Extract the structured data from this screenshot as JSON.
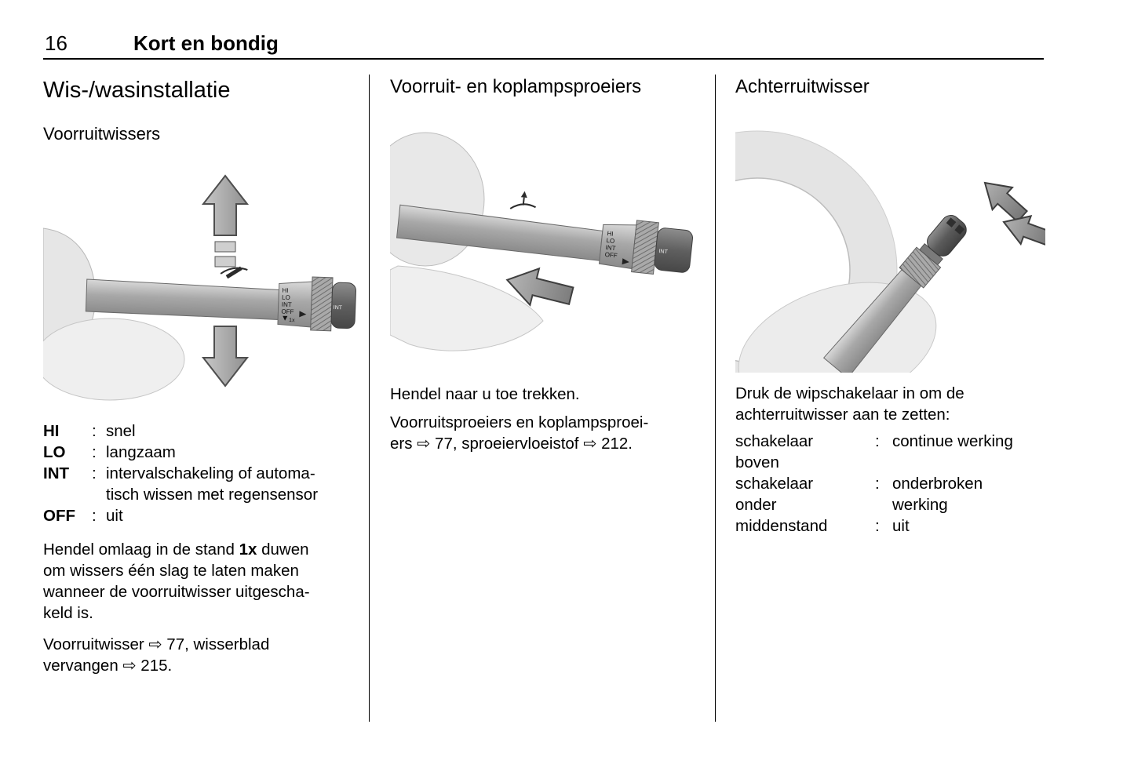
{
  "header": {
    "page_number": "16",
    "chapter": "Kort en bondig"
  },
  "left_column": {
    "title": "Wis-/wasinstallatie",
    "subtitle": "Voorruitwissers",
    "figure": {
      "labels": {
        "hi": "HI",
        "lo": "LO",
        "int": "INT",
        "off": "OFF",
        "once": "1x"
      }
    },
    "definitions": [
      {
        "term": "HI",
        "colon": ":",
        "desc": "snel"
      },
      {
        "term": "LO",
        "colon": ":",
        "desc": "langzaam"
      },
      {
        "term": "INT",
        "colon": ":",
        "desc": "intervalschakeling of automa-\ntisch wissen met regensensor"
      },
      {
        "term": "OFF",
        "colon": ":",
        "desc": "uit"
      }
    ],
    "paragraph_push": {
      "pre": "Hendel omlaag in de stand ",
      "bold": "1x",
      "post": " duwen\nom wissers één slag te laten maken\nwanneer de voorruitwisser uitgescha-\nkeld is."
    },
    "paragraph_refs": "Voorruitwisser ⇨ 77, wisserblad\nvervangen ⇨ 215."
  },
  "middle_column": {
    "title": "Voorruit- en koplampsproeiers",
    "figure": {
      "labels": {
        "hi": "HI",
        "lo": "LO",
        "int": "INT",
        "off": "OFF"
      }
    },
    "paragraph_action": "Hendel naar u toe trekken.",
    "paragraph_refs": "Voorruitsproeiers en koplampsproei-\ners ⇨ 77, sproeiervloeistof ⇨ 212."
  },
  "right_column": {
    "title": "Achterruitwisser",
    "paragraph_intro": "Druk de wipschakelaar in om de\nachterruitwisser aan te zetten:",
    "definitions": [
      {
        "term": "schakelaar\nboven",
        "colon": ":",
        "desc": "continue werking"
      },
      {
        "term": "schakelaar\nonder",
        "colon": ":",
        "desc": "onderbroken\nwerking"
      },
      {
        "term": "middenstand",
        "colon": ":",
        "desc": "uit"
      }
    ]
  }
}
